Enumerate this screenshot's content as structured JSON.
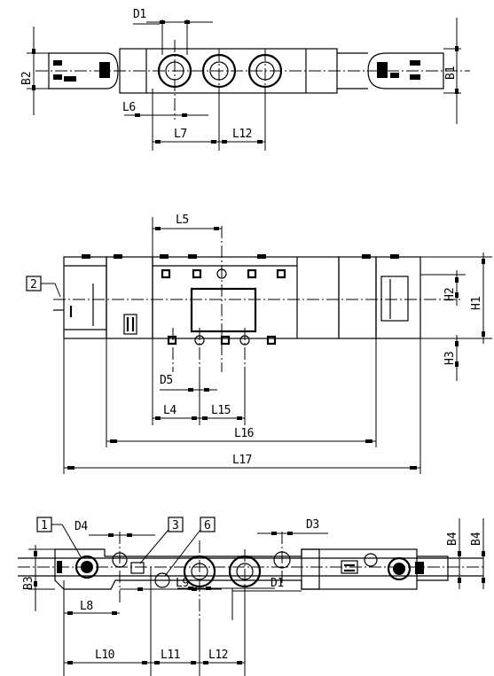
{
  "top_view": {
    "labels": {
      "d1": "D1",
      "b2": "B2",
      "b1": "B1",
      "l6": "L6",
      "l7": "L7",
      "l12": "L12"
    }
  },
  "front_view": {
    "labels": {
      "l5": "L5",
      "h1": "H1",
      "h2": "H2",
      "h3": "H3",
      "d5": "D5",
      "l4": "L4",
      "l15": "L15",
      "l16": "L16",
      "l17": "L17"
    },
    "callouts": {
      "c2": "2"
    }
  },
  "bottom_view": {
    "labels": {
      "d4": "D4",
      "d3": "D3",
      "b4a": "B4",
      "b4b": "B4",
      "b3": "B3",
      "l9": "L9",
      "l8": "L8",
      "d1": "D1",
      "l10": "L10",
      "l11": "L11",
      "l12": "L12"
    },
    "callouts": {
      "c1": "1",
      "c3": "3",
      "c6": "6"
    }
  }
}
